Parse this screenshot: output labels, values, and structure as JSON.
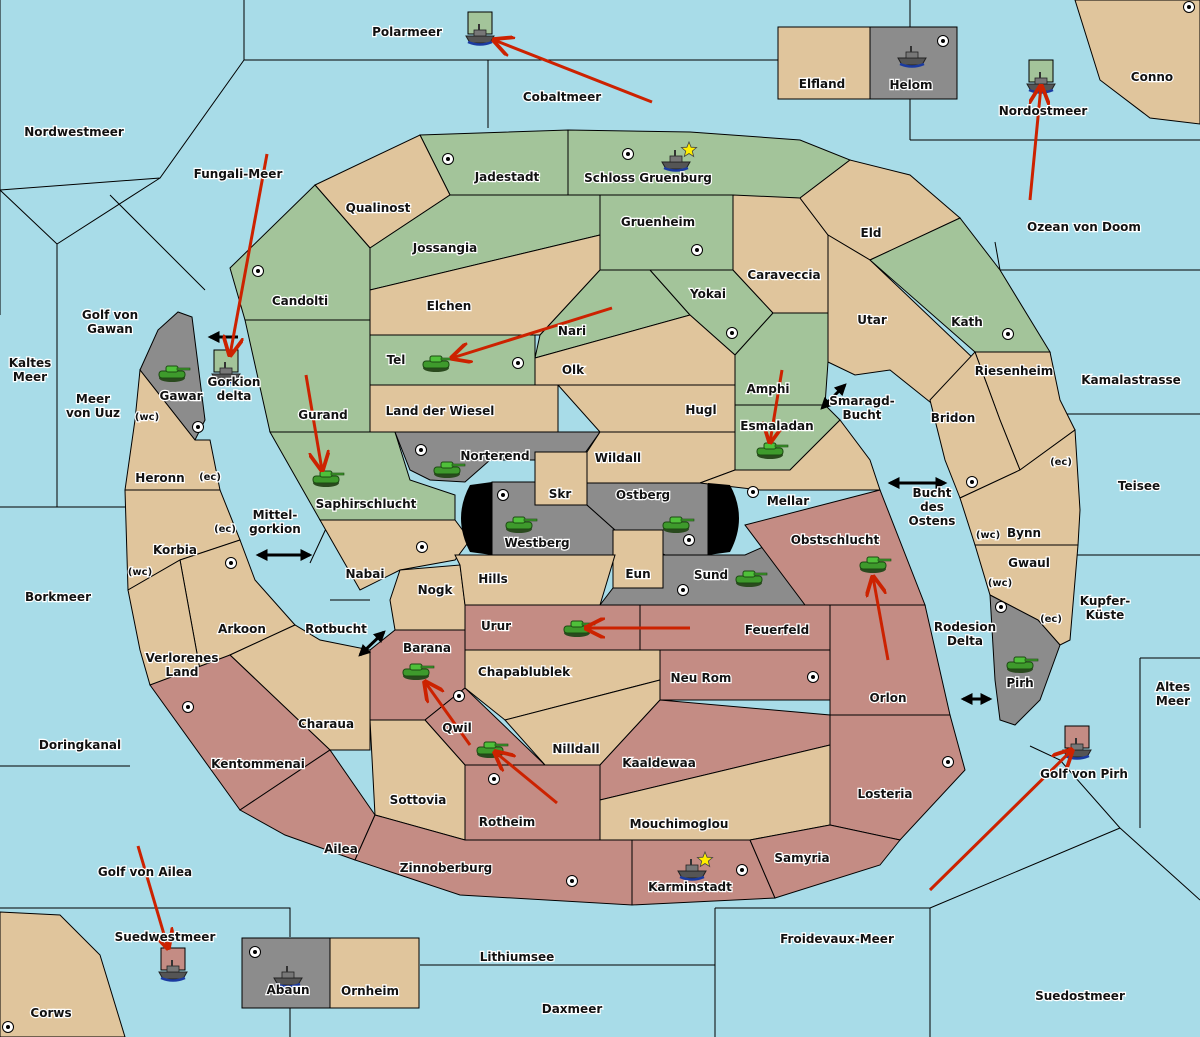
{
  "map": {
    "title": "Diplomacy Map",
    "colors": {
      "sea": "#a8dce8",
      "neutral": "#e0c59c",
      "green_power": "#a3c49a",
      "red_power": "#c48c84",
      "grey_power": "#8c8c8c",
      "impassable": "#000000",
      "order_arrow": "#cc2200"
    },
    "sea_regions": [
      {
        "name": "Polarmeer"
      },
      {
        "name": "Cobaltmeer"
      },
      {
        "name": "Nordwestmeer"
      },
      {
        "name": "Fungali-Meer"
      },
      {
        "name": "Nordostmeer"
      },
      {
        "name": "Ozean von Doom"
      },
      {
        "name": "Golf von Gawan"
      },
      {
        "name": "Kaltes Meer"
      },
      {
        "name": "Meer von Uuz"
      },
      {
        "name": "Gorkion delta"
      },
      {
        "name": "Mittel-gorkion"
      },
      {
        "name": "Rotbucht"
      },
      {
        "name": "Borkmeer"
      },
      {
        "name": "Doringkanal"
      },
      {
        "name": "Golf von Ailea"
      },
      {
        "name": "Suedwestmeer"
      },
      {
        "name": "Lithiumsee"
      },
      {
        "name": "Daxmeer"
      },
      {
        "name": "Froidevaux-Meer"
      },
      {
        "name": "Suedostmeer"
      },
      {
        "name": "Golf von Pirh"
      },
      {
        "name": "Altes Meer"
      },
      {
        "name": "Kupfer-Küste"
      },
      {
        "name": "Rodesion Delta"
      },
      {
        "name": "Teisee"
      },
      {
        "name": "Kamalastrasse"
      },
      {
        "name": "Bucht des Ostens"
      },
      {
        "name": "Smaragd-Bucht"
      }
    ],
    "land_regions": [
      {
        "name": "Jadestadt",
        "owner": "green",
        "supply_center": true
      },
      {
        "name": "Schloss Gruenburg",
        "owner": "green",
        "supply_center": true,
        "home_star": true
      },
      {
        "name": "Qualinost",
        "owner": "neutral",
        "supply_center": false
      },
      {
        "name": "Candolti",
        "owner": "green",
        "supply_center": true
      },
      {
        "name": "Jossangia",
        "owner": "green",
        "supply_center": false
      },
      {
        "name": "Gruenheim",
        "owner": "green",
        "supply_center": true
      },
      {
        "name": "Elchen",
        "owner": "neutral",
        "supply_center": false
      },
      {
        "name": "Nari",
        "owner": "green",
        "supply_center": false
      },
      {
        "name": "Yokai",
        "owner": "green",
        "supply_center": true
      },
      {
        "name": "Caraveccia",
        "owner": "neutral",
        "supply_center": false
      },
      {
        "name": "Eld",
        "owner": "neutral",
        "supply_center": false
      },
      {
        "name": "Utar",
        "owner": "neutral",
        "supply_center": false
      },
      {
        "name": "Kath",
        "owner": "green",
        "supply_center": true
      },
      {
        "name": "Tel",
        "owner": "green",
        "supply_center": true
      },
      {
        "name": "Olk",
        "owner": "neutral",
        "supply_center": false
      },
      {
        "name": "Gurand",
        "owner": "green",
        "supply_center": false
      },
      {
        "name": "Land der Wiesel",
        "owner": "neutral",
        "supply_center": false
      },
      {
        "name": "Hugl",
        "owner": "neutral",
        "supply_center": false
      },
      {
        "name": "Amphi",
        "owner": "green",
        "supply_center": false
      },
      {
        "name": "Esmaladan",
        "owner": "green",
        "supply_center": false
      },
      {
        "name": "Riesenheim",
        "owner": "neutral",
        "supply_center": false
      },
      {
        "name": "Bridon",
        "owner": "neutral",
        "supply_center": true
      },
      {
        "name": "Saphirschlucht",
        "owner": "green",
        "supply_center": false
      },
      {
        "name": "Norterend",
        "owner": "grey",
        "supply_center": true
      },
      {
        "name": "Skr",
        "owner": "neutral",
        "supply_center": false
      },
      {
        "name": "Wildall",
        "owner": "neutral",
        "supply_center": false
      },
      {
        "name": "Westberg",
        "owner": "grey",
        "supply_center": true
      },
      {
        "name": "Ostberg",
        "owner": "grey",
        "supply_center": true
      },
      {
        "name": "Mellar",
        "owner": "neutral",
        "supply_center": true
      },
      {
        "name": "Eun",
        "owner": "neutral",
        "supply_center": false
      },
      {
        "name": "Sund",
        "owner": "grey",
        "supply_center": true
      },
      {
        "name": "Obstschlucht",
        "owner": "red",
        "supply_center": false
      },
      {
        "name": "Bynn",
        "owner": "neutral",
        "supply_center": false,
        "coasts": [
          "wc",
          "ec"
        ]
      },
      {
        "name": "Gwaul",
        "owner": "neutral",
        "supply_center": false,
        "coasts": [
          "wc",
          "ec"
        ]
      },
      {
        "name": "Pirh",
        "owner": "grey",
        "supply_center": true
      },
      {
        "name": "Gawar",
        "owner": "grey",
        "supply_center": true
      },
      {
        "name": "Heronn",
        "owner": "neutral",
        "supply_center": false,
        "coasts": [
          "wc",
          "ec"
        ]
      },
      {
        "name": "Korbia",
        "owner": "neutral",
        "supply_center": true,
        "coasts": [
          "wc",
          "ec"
        ]
      },
      {
        "name": "Nabai",
        "owner": "neutral",
        "supply_center": true
      },
      {
        "name": "Nogk",
        "owner": "neutral",
        "supply_center": false
      },
      {
        "name": "Hills",
        "owner": "neutral",
        "supply_center": false
      },
      {
        "name": "Arkoon",
        "owner": "neutral",
        "supply_center": false
      },
      {
        "name": "Verlorenes Land",
        "owner": "neutral",
        "supply_center": false
      },
      {
        "name": "Barana",
        "owner": "red",
        "supply_center": false
      },
      {
        "name": "Urur",
        "owner": "red",
        "supply_center": false
      },
      {
        "name": "Feuerfeld",
        "owner": "red",
        "supply_center": false
      },
      {
        "name": "Chapablublek",
        "owner": "neutral",
        "supply_center": false
      },
      {
        "name": "Neu Rom",
        "owner": "red",
        "supply_center": true
      },
      {
        "name": "Orlon",
        "owner": "red",
        "supply_center": false
      },
      {
        "name": "Charaua",
        "owner": "neutral",
        "supply_center": false
      },
      {
        "name": "Qwil",
        "owner": "red",
        "supply_center": true
      },
      {
        "name": "Nilldall",
        "owner": "neutral",
        "supply_center": false
      },
      {
        "name": "Kaaldewaa",
        "owner": "red",
        "supply_center": false
      },
      {
        "name": "Kentommenai",
        "owner": "red",
        "supply_center": true
      },
      {
        "name": "Sottovia",
        "owner": "neutral",
        "supply_center": false
      },
      {
        "name": "Rotheim",
        "owner": "red",
        "supply_center": true
      },
      {
        "name": "Losteria",
        "owner": "red",
        "supply_center": true
      },
      {
        "name": "Mouchimoglou",
        "owner": "neutral",
        "supply_center": false
      },
      {
        "name": "Ailea",
        "owner": "red",
        "supply_center": false
      },
      {
        "name": "Zinnoberburg",
        "owner": "red",
        "supply_center": true
      },
      {
        "name": "Karminstadt",
        "owner": "red",
        "supply_center": true,
        "home_star": true
      },
      {
        "name": "Samyria",
        "owner": "red",
        "supply_center": false
      },
      {
        "name": "Elfland",
        "owner": "neutral",
        "supply_center": false
      },
      {
        "name": "Helom",
        "owner": "grey",
        "supply_center": true
      },
      {
        "name": "Conno",
        "owner": "neutral",
        "supply_center": true
      },
      {
        "name": "Abaun",
        "owner": "grey",
        "supply_center": true
      },
      {
        "name": "Ornheim",
        "owner": "neutral",
        "supply_center": false
      },
      {
        "name": "Corws",
        "owner": "neutral",
        "supply_center": true
      }
    ],
    "units": [
      {
        "type": "fleet",
        "owner": "green",
        "location": "Polarmeer",
        "retreat_box": true
      },
      {
        "type": "fleet",
        "owner": "green",
        "location": "Schloss Gruenburg"
      },
      {
        "type": "fleet",
        "owner": "grey",
        "location": "Helom"
      },
      {
        "type": "fleet",
        "owner": "green",
        "location": "Nordostmeer",
        "retreat_box": true
      },
      {
        "type": "fleet",
        "owner": "green",
        "location": "Gorkion delta",
        "retreat_box": true
      },
      {
        "type": "army",
        "owner": "grey",
        "location": "Gawar"
      },
      {
        "type": "army",
        "owner": "green",
        "location": "Tel"
      },
      {
        "type": "army",
        "owner": "green",
        "location": "Saphirschlucht"
      },
      {
        "type": "army",
        "owner": "grey",
        "location": "Norterend"
      },
      {
        "type": "army",
        "owner": "grey",
        "location": "Westberg"
      },
      {
        "type": "army",
        "owner": "grey",
        "location": "Ostberg"
      },
      {
        "type": "army",
        "owner": "grey",
        "location": "Sund"
      },
      {
        "type": "army",
        "owner": "green",
        "location": "Esmaladan"
      },
      {
        "type": "army",
        "owner": "red",
        "location": "Obstschlucht"
      },
      {
        "type": "army",
        "owner": "grey",
        "location": "Pirh"
      },
      {
        "type": "army",
        "owner": "red",
        "location": "Urur"
      },
      {
        "type": "army",
        "owner": "red",
        "location": "Barana"
      },
      {
        "type": "army",
        "owner": "red",
        "location": "Qwil"
      },
      {
        "type": "fleet",
        "owner": "red",
        "location": "Karminstadt"
      },
      {
        "type": "fleet",
        "owner": "red",
        "location": "Suedwestmeer",
        "retreat_box": true
      },
      {
        "type": "fleet",
        "owner": "red",
        "location": "Golf von Pirh",
        "retreat_box": true
      },
      {
        "type": "fleet",
        "owner": "grey",
        "location": "Abaun"
      }
    ],
    "orders": [
      {
        "from": "Cobaltmeer",
        "to": "Polarmeer"
      },
      {
        "from": "Ozean von Doom",
        "to": "Nordostmeer"
      },
      {
        "from": "Fungali-Meer",
        "to": "Gorkion delta"
      },
      {
        "from": "Nari",
        "to": "Tel"
      },
      {
        "from": "Gurand",
        "to": "Saphirschlucht"
      },
      {
        "from": "Amphi",
        "to": "Esmaladan"
      },
      {
        "from": "Orlon",
        "to": "Obstschlucht"
      },
      {
        "from": "Feuerfeld",
        "to": "Urur"
      },
      {
        "from": "Qwil",
        "to": "Barana"
      },
      {
        "from": "Rotheim",
        "to": "Qwil"
      },
      {
        "from": "Golf von Ailea",
        "to": "Suedwestmeer"
      },
      {
        "from": "Froidevaux-Meer",
        "to": "Golf von Pirh"
      }
    ],
    "canals": [
      {
        "between": [
          "Gawar",
          "Gorkion delta"
        ]
      },
      {
        "between": [
          "Korbia",
          "Nabai"
        ],
        "via": "Mittel-gorkion"
      },
      {
        "between": [
          "Charaua",
          "Barana"
        ],
        "via": "Rotbucht"
      },
      {
        "between": [
          "Esmaladan",
          "Utar"
        ],
        "via": "Smaragd-Bucht"
      },
      {
        "between": [
          "Mellar",
          "Bynn"
        ],
        "via": "Bucht des Ostens"
      },
      {
        "between": [
          "Orlon",
          "Pirh"
        ],
        "via": "Rodesion Delta"
      }
    ]
  }
}
